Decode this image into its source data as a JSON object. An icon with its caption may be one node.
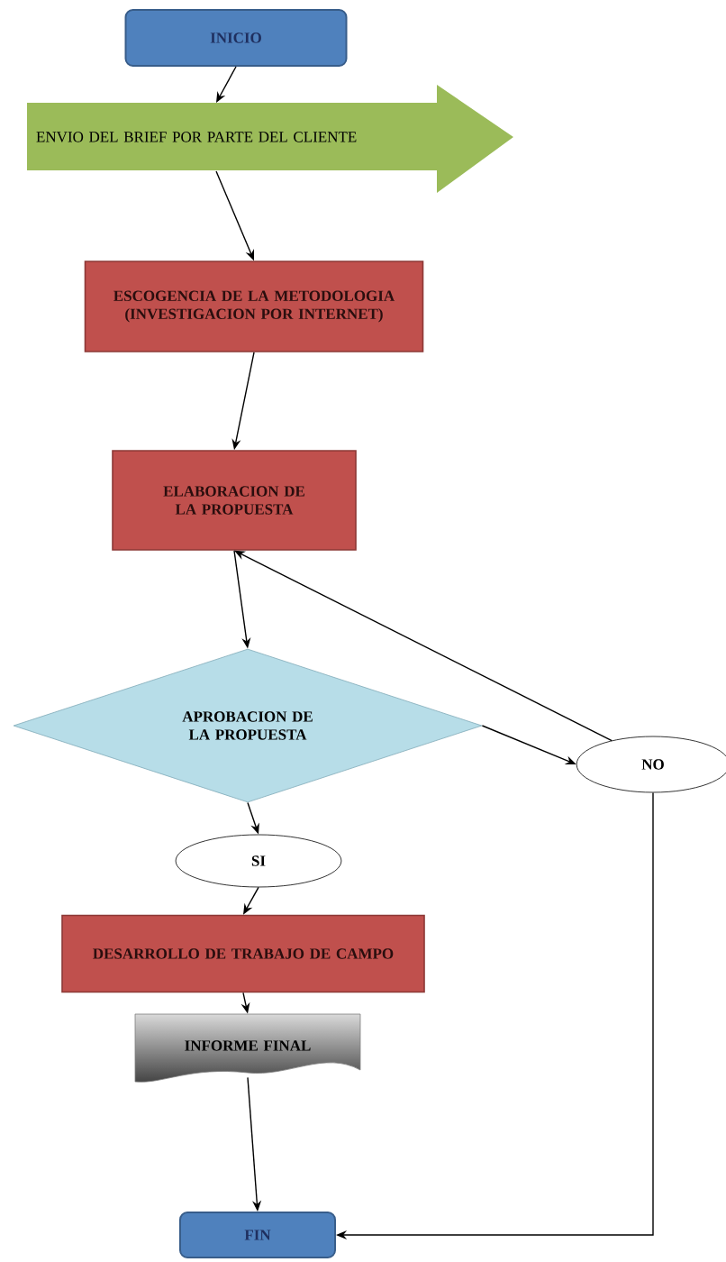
{
  "diagram": {
    "nodes": [
      {
        "text": [
          "INICIO"
        ]
      },
      {
        "text": [
          "ENVIO DEL BRIEF POR PARTE DEL CLIENTE"
        ]
      },
      {
        "text": [
          "ESCOGENCIA DE LA METODOLOGIA (INVESTIGACION POR INTERNET)"
        ]
      },
      {
        "text": [
          "ELABORACION DE LA PROPUESTA"
        ]
      },
      {
        "text": [
          "APROBACION DE LA PROPUESTA"
        ]
      },
      {
        "text": [
          "NO"
        ]
      },
      {
        "text": [
          "SI"
        ]
      },
      {
        "text": [
          "DESARROLLO DE TRABAJO DE CAMPO"
        ]
      },
      {
        "text": [
          "INFORME FINAL"
        ]
      },
      {
        "text": [
          "FIN"
        ]
      }
    ],
    "edges": [
      {
        "from": 0,
        "to": 1,
        "arrow": "to"
      },
      {
        "from": 1,
        "to": 2,
        "arrow": "to"
      },
      {
        "from": 2,
        "to": 3,
        "arrow": "to"
      },
      {
        "from": 3,
        "to": 4,
        "arrow": "to"
      },
      {
        "from": 4,
        "to": 5,
        "arrow": "to"
      },
      {
        "from": 5,
        "to": 3,
        "arrow": "to"
      },
      {
        "from": 4,
        "to": 6,
        "arrow": "to"
      },
      {
        "from": 6,
        "to": 7,
        "arrow": "to"
      },
      {
        "from": 7,
        "to": 8,
        "arrow": "to"
      },
      {
        "from": 8,
        "to": 9,
        "arrow": "to"
      },
      {
        "from": 5,
        "to": 9,
        "arrow": "to"
      }
    ]
  }
}
